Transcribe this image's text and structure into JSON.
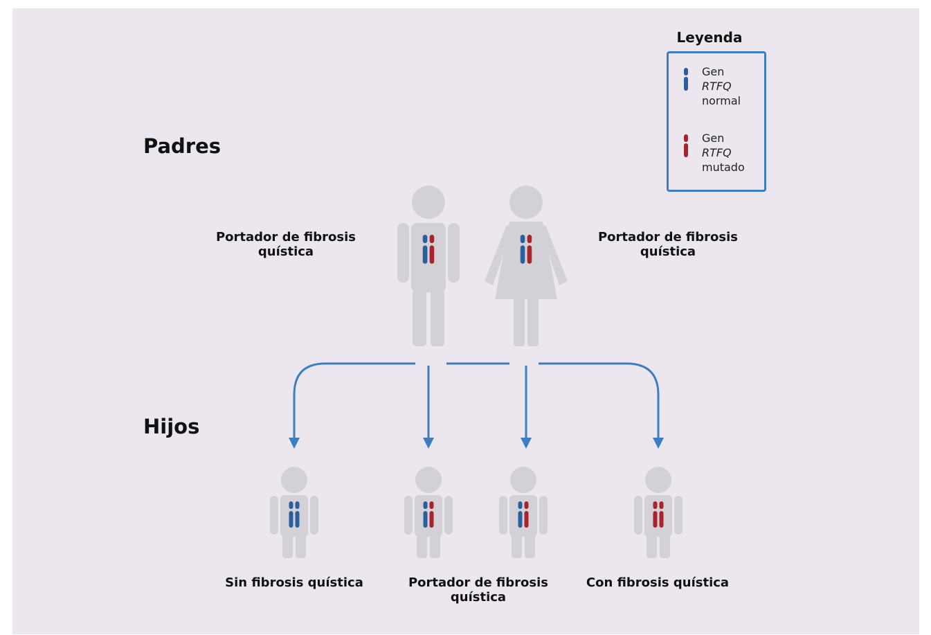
{
  "sections": {
    "parents": "Padres",
    "children": "Hijos"
  },
  "legend": {
    "title": "Leyenda",
    "items": [
      {
        "line1": "Gen",
        "line2": "RTFQ",
        "line3": "normal",
        "color": "#2a5f9e"
      },
      {
        "line1": "Gen",
        "line2": "RTFQ",
        "line3": "mutado",
        "color": "#a8242c"
      }
    ]
  },
  "parents": [
    {
      "role": "father",
      "label_line1": "Portador de fibrosis",
      "label_line2": "quística",
      "genes": [
        "normal",
        "mutated"
      ]
    },
    {
      "role": "mother",
      "label_line1": "Portador de fibrosis",
      "label_line2": "quística",
      "genes": [
        "normal",
        "mutated"
      ]
    }
  ],
  "children": [
    {
      "genes": [
        "normal",
        "normal"
      ]
    },
    {
      "genes": [
        "normal",
        "mutated"
      ]
    },
    {
      "genes": [
        "normal",
        "mutated"
      ]
    },
    {
      "genes": [
        "mutated",
        "mutated"
      ]
    }
  ],
  "child_labels": [
    {
      "line1": "Sin fibrosis quística",
      "line2": ""
    },
    {
      "line1": "Portador de fibrosis",
      "line2": "quística"
    },
    {
      "line1": "Con fibrosis quística",
      "line2": ""
    }
  ],
  "colors": {
    "background": "#ece6ef",
    "figure": "#d4d1d6",
    "arrow": "#3d7fbe",
    "normal_gene": "#2a5f9e",
    "mutated_gene": "#a8242c"
  }
}
